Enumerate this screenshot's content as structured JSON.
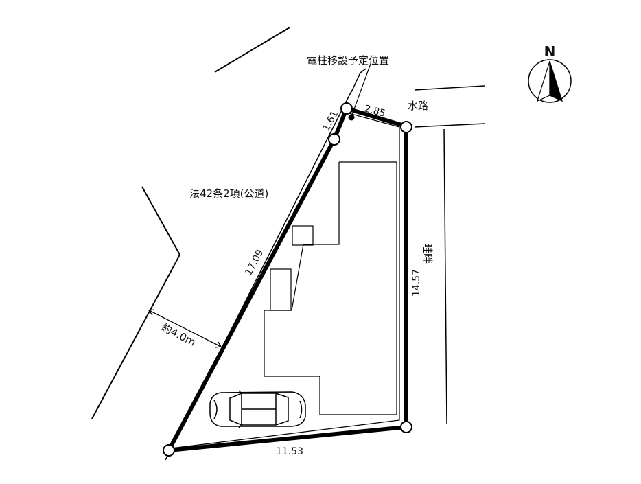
{
  "labels": {
    "pole_relocation": "電柱移設予定位置",
    "waterway": "水路",
    "public_road": "法42条2項(公道)",
    "ridge": "畦畔",
    "road_width": "約4.0m"
  },
  "dimensions": {
    "top": "2.85",
    "short_left": "1.61",
    "left": "17.09",
    "right": "14.57",
    "bottom": "11.53"
  },
  "compass": {
    "north": "N"
  }
}
